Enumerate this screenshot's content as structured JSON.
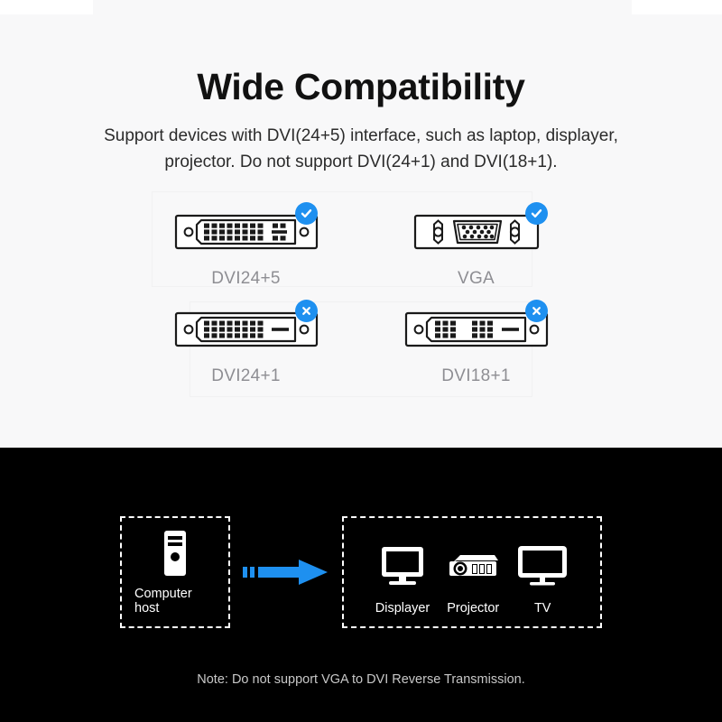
{
  "colors": {
    "page_bg": "#ffffff",
    "top_bg": "#f8f8f9",
    "bottom_bg": "#000000",
    "accent_blue": "#1e90f0",
    "heading": "#111111",
    "body_text": "#2b2b2b",
    "connector_label": "#8e8e93",
    "note_text": "#c8c8c8",
    "icon_white": "#ffffff"
  },
  "top": {
    "heading": "Wide Compatibility",
    "subtitle_line1": "Support devices with DVI(24+5) interface, such as laptop, displayer,",
    "subtitle_line2": "projector. Do not support DVI(24+1) and DVI(18+1).",
    "connectors": [
      {
        "label": "DVI24+5",
        "type": "dvi-24-5",
        "badge": "check",
        "badge_icon": "check-icon",
        "supported": "yes"
      },
      {
        "label": "VGA",
        "type": "vga",
        "badge": "check",
        "badge_icon": "check-icon",
        "supported": "yes"
      },
      {
        "label": "DVI24+1",
        "type": "dvi-24-1",
        "badge": "cross",
        "badge_icon": "cross-icon",
        "supported": "no"
      },
      {
        "label": "DVI18+1",
        "type": "dvi-18-1",
        "badge": "cross",
        "badge_icon": "cross-icon",
        "supported": "no"
      }
    ]
  },
  "bottom": {
    "source": {
      "label": "Computer host",
      "icon": "computer-tower-icon"
    },
    "arrow": {
      "icon": "arrow-right-icon",
      "color": "#1e90f0"
    },
    "targets": [
      {
        "label": "Displayer",
        "icon": "monitor-icon"
      },
      {
        "label": "Projector",
        "icon": "projector-icon"
      },
      {
        "label": "TV",
        "icon": "tv-icon"
      }
    ],
    "note": "Note: Do not support VGA to DVI Reverse Transmission."
  }
}
